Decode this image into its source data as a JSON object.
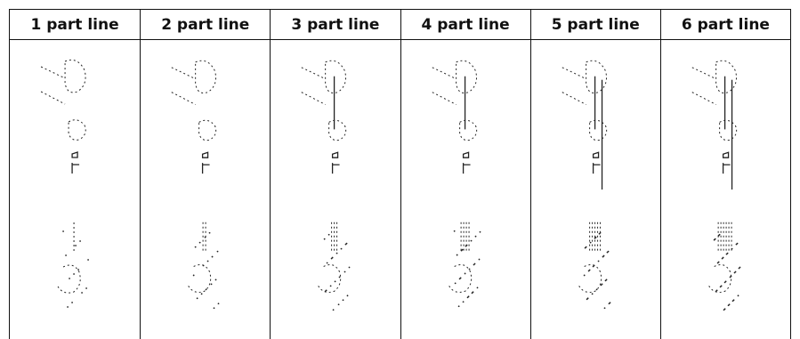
{
  "columns": [
    {
      "label": "1 part line",
      "parts": 1
    },
    {
      "label": "2 part line",
      "parts": 2
    },
    {
      "label": "3 part line",
      "parts": 3
    },
    {
      "label": "4 part line",
      "parts": 4
    },
    {
      "label": "5 part line",
      "parts": 5
    },
    {
      "label": "6 part line",
      "parts": 6
    }
  ]
}
